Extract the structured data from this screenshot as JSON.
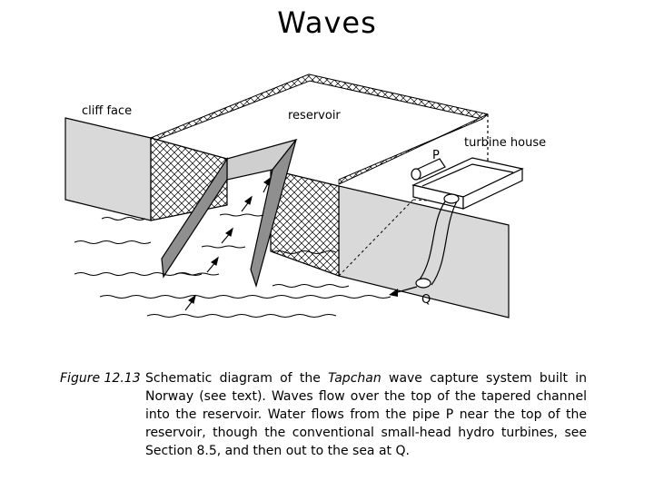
{
  "title": "Waves",
  "labels": {
    "cliff_face": "cliff face",
    "reservoir": "reservoir",
    "turbine_house": "turbine house",
    "pipe_p": "P",
    "outlet_q": "Q"
  },
  "caption": {
    "figure_label": "Figure 12.13",
    "text_before": "Schematic diagram of the ",
    "text_italic": "Tapchan",
    "text_after": " wave capture system built in Norway (see text). Waves flow over the top of the tapered channel into the reservoir. Water flows from the pipe P near the top of the reservoir, though the conventional small-head hydro turbines, see Section 8.5, and then out to the sea at Q."
  }
}
